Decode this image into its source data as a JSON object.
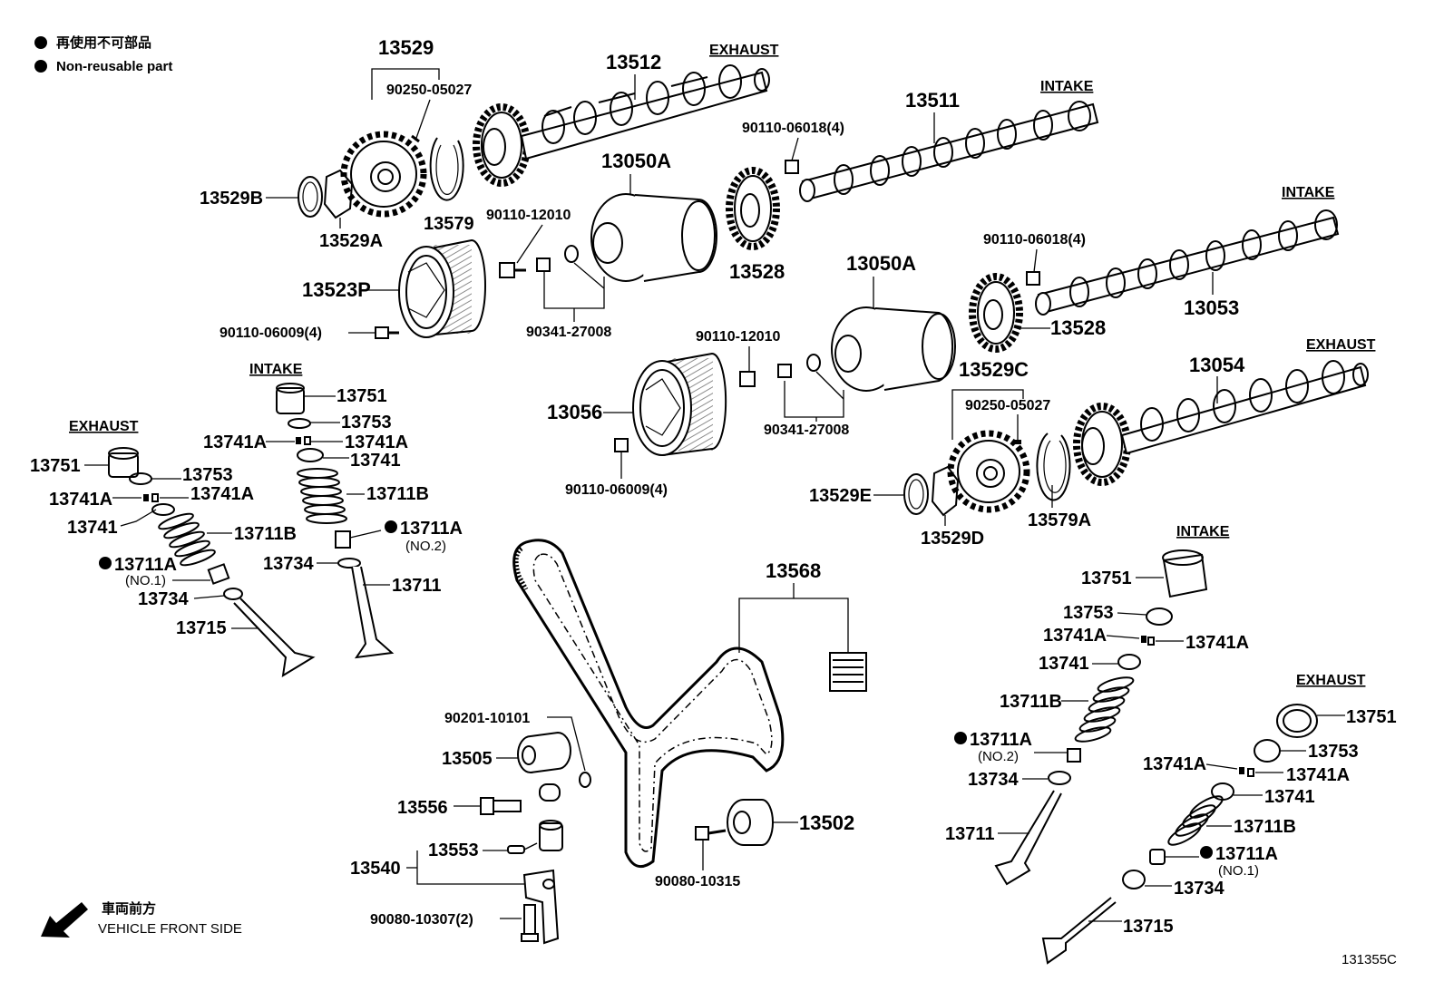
{
  "legend": {
    "jp": "再使用不可部品",
    "en": "Non-reusable part"
  },
  "direction": {
    "jp": "車両前方",
    "en": "VEHICLE FRONT SIDE"
  },
  "diagram_id": "131355C",
  "sections": {
    "exhaust_top": "EXHAUST",
    "intake_top": "INTAKE",
    "intake_right": "INTAKE",
    "exhaust_right": "EXHAUST",
    "intake_valve_left": "INTAKE",
    "exhaust_valve_left": "EXHAUST",
    "intake_valve_right": "INTAKE",
    "exhaust_valve_right": "EXHAUST"
  },
  "parts": {
    "p13529": "13529",
    "p90250a": "90250-05027",
    "p13512": "13512",
    "p13511": "13511",
    "p90110_06018a": "90110-06018(4)",
    "p13529B": "13529B",
    "p13529A": "13529A",
    "p13579": "13579",
    "p13050A_1": "13050A",
    "p90110_12010a": "90110-12010",
    "p13528_1": "13528",
    "p13523P": "13523P",
    "p90341a": "90341-27008",
    "p90110_06009a": "90110-06009(4)",
    "p90110_06018b": "90110-06018(4)",
    "p13053": "13053",
    "p13050A_2": "13050A",
    "p13528_2": "13528",
    "p90110_12010b": "90110-12010",
    "p13056": "13056",
    "p90341b": "90341-27008",
    "p13529C": "13529C",
    "p90250b": "90250-05027",
    "p13054": "13054",
    "p90110_06009b": "90110-06009(4)",
    "p13529E": "13529E",
    "p13529D": "13529D",
    "p13579A": "13579A",
    "iL13751": "13751",
    "iL13753": "13753",
    "iL13741A_a": "13741A",
    "iL13741A_b": "13741A",
    "iL13741": "13741",
    "iL13711B": "13711B",
    "iL13711A": "13711A",
    "iL13711A_no": "(NO.2)",
    "iL13734": "13734",
    "iL13711": "13711",
    "eL13751": "13751",
    "eL13753": "13753",
    "eL13741A_a": "13741A",
    "eL13741A_b": "13741A",
    "eL13741": "13741",
    "eL13711B": "13711B",
    "eL13711A": "13711A",
    "eL13711A_no": "(NO.1)",
    "eL13734": "13734",
    "eL13715": "13715",
    "p13568": "13568",
    "p90201": "90201-10101",
    "p13505": "13505",
    "p13556": "13556",
    "p13502": "13502",
    "p90080_10315": "90080-10315",
    "p13553": "13553",
    "p13540": "13540",
    "p90080_10307": "90080-10307(2)",
    "iR13751": "13751",
    "iR13753": "13753",
    "iR13741A_a": "13741A",
    "iR13741A_b": "13741A",
    "iR13741": "13741",
    "iR13711B": "13711B",
    "iR13711A": "13711A",
    "iR13711A_no": "(NO.2)",
    "iR13734": "13734",
    "iR13711": "13711",
    "eR13751": "13751",
    "eR13753": "13753",
    "eR13741A_a": "13741A",
    "eR13741A_b": "13741A",
    "eR13741": "13741",
    "eR13711B": "13711B",
    "eR13711A": "13711A",
    "eR13711A_no": "(NO.1)",
    "eR13734": "13734",
    "eR13715": "13715"
  },
  "icons": {
    "non_reusable_marker": "filled-circle",
    "front_arrow": "arrow-down-left"
  },
  "colors": {
    "ink": "#000000",
    "paper": "#ffffff"
  }
}
